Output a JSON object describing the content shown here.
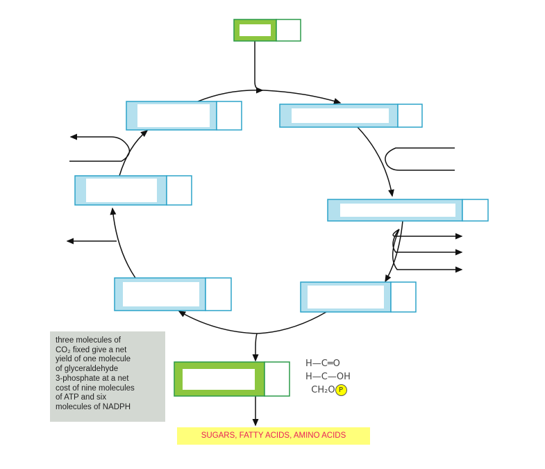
{
  "note": "three molecules of\nCO₂ fixed give a net\nyield of one molecule\nof glyceraldehyde\n3-phosphate at a net\ncost of nine molecules\nof ATP and six\nmolecules of NADPH",
  "product": "SUGARS, FATTY ACIDS, AMINO ACIDS",
  "structure": {
    "line1": "H—C═O",
    "line2": "H—C—OH",
    "line3": "CH₂O",
    "phosphate": "P"
  },
  "colors": {
    "green": "#8cc63f",
    "green_border": "#2a9a48",
    "blue": "#b4e0ee",
    "blue_border": "#2ba3c9",
    "yellow": "#ffff7a",
    "product_text": "#e8205a"
  }
}
